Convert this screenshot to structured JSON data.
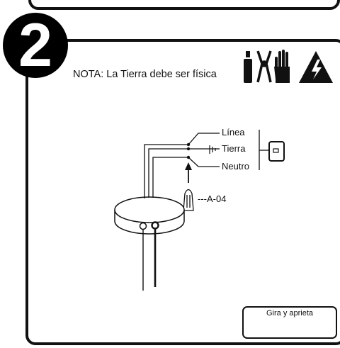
{
  "step": {
    "number": "2"
  },
  "note": {
    "text": "NOTA: La Tierra debe ser física"
  },
  "icons": [
    "screwdriver-icon",
    "pliers-icon",
    "gloves-icon",
    "electric-hazard-icon"
  ],
  "wires": {
    "linea": "Línea",
    "tierra": "Tierra",
    "neutro": "Neutro"
  },
  "connector": {
    "label": "---A-04"
  },
  "hint": {
    "text": "Gira y aprieta"
  },
  "colors": {
    "ink": "#111111",
    "background": "#ffffff"
  }
}
